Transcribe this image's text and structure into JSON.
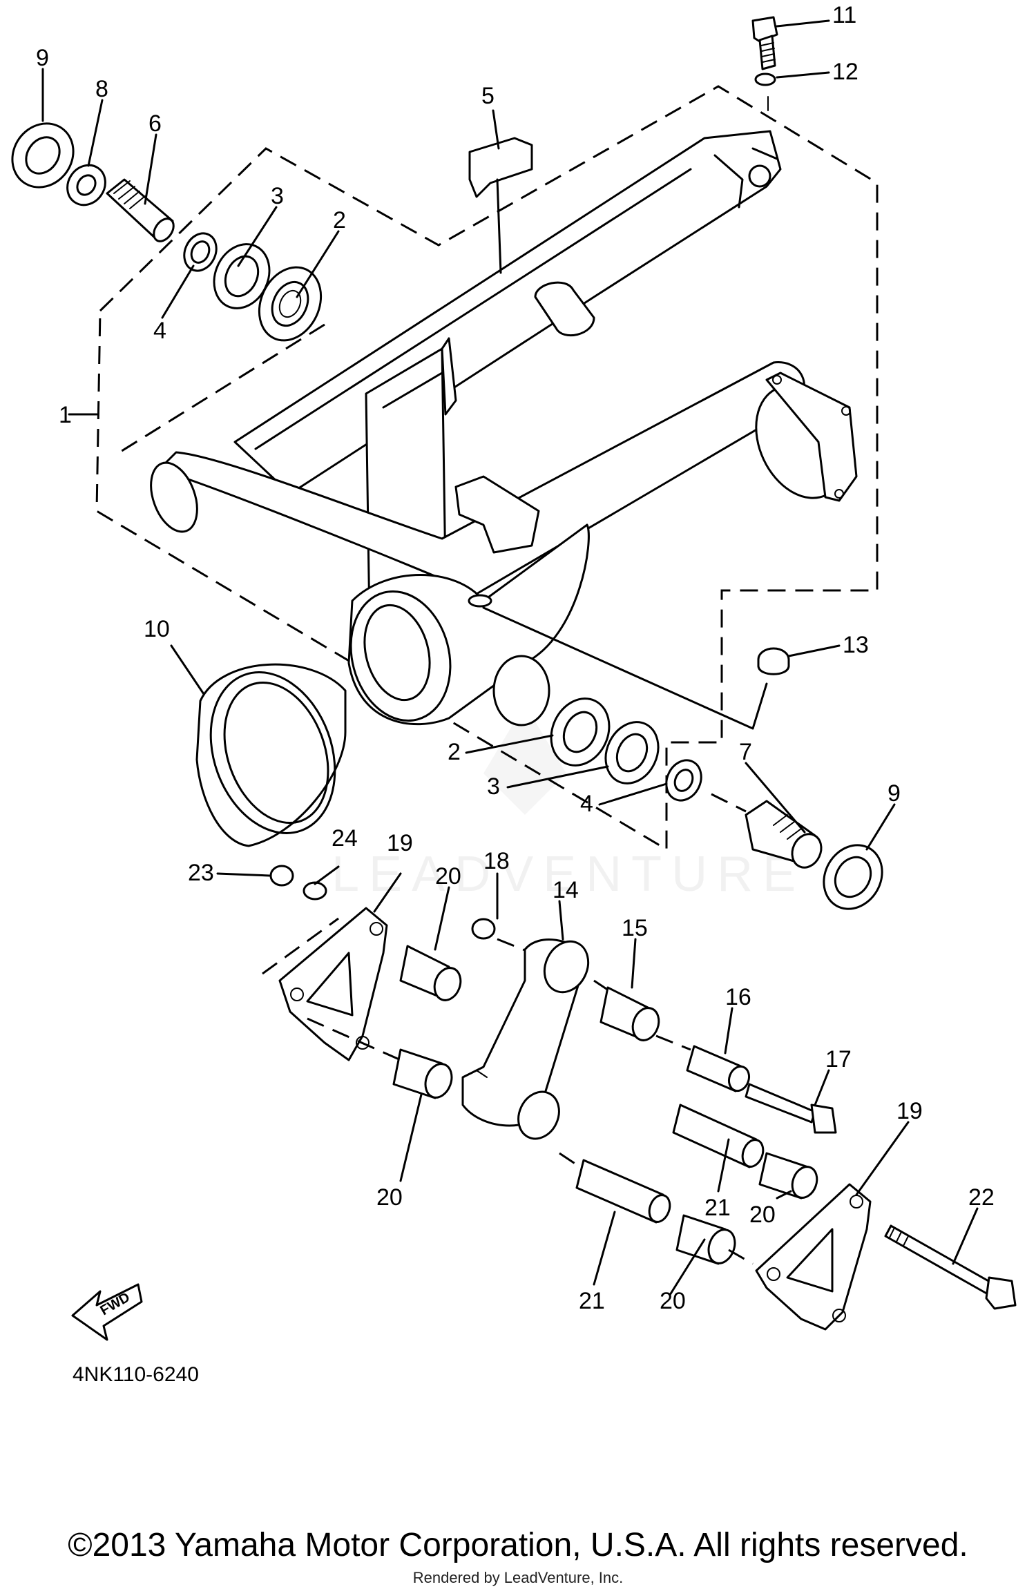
{
  "diagram": {
    "part_code": "4NK110-6240",
    "fwd_label": "FWD",
    "watermark": "LEADVENTURE",
    "callouts": [
      "1",
      "2",
      "3",
      "4",
      "5",
      "6",
      "7",
      "8",
      "9",
      "10",
      "11",
      "12",
      "13",
      "14",
      "15",
      "16",
      "17",
      "18",
      "19",
      "20",
      "21",
      "22",
      "23",
      "24"
    ]
  },
  "footer": {
    "copyright": "©2013 Yamaha Motor Corporation, U.S.A. All rights reserved.",
    "rendered_by": "Rendered by LeadVenture, Inc."
  }
}
